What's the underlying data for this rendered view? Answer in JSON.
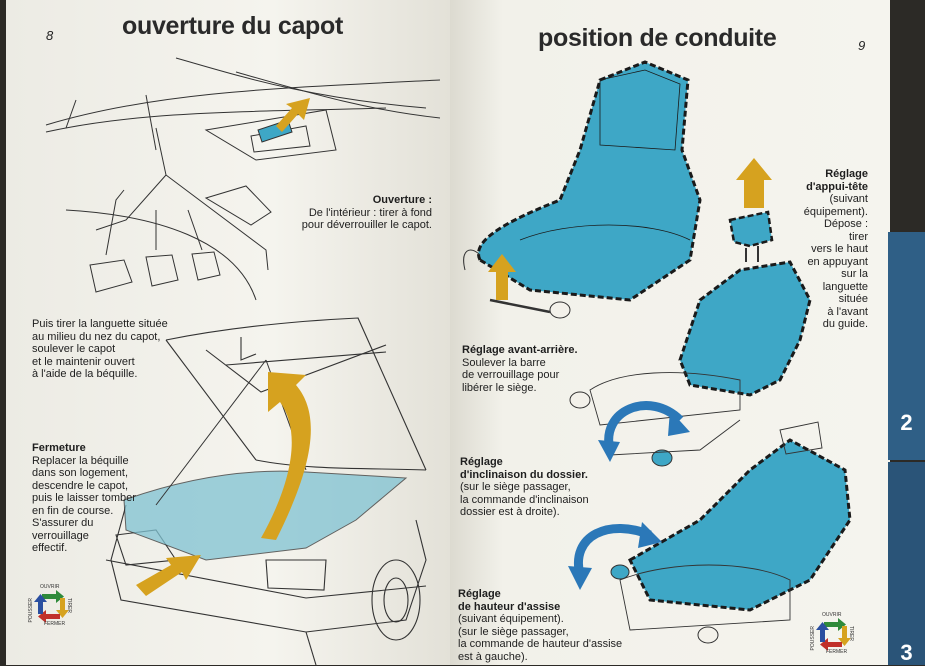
{
  "left_page": {
    "page_number": "8",
    "title": "ouverture du capot",
    "opening": {
      "heading": "Ouverture :",
      "lines": [
        "De l'intérieur : tirer à fond",
        "pour déverrouiller le capot."
      ]
    },
    "lift": {
      "lines": [
        "Puis tirer la languette située",
        "au milieu du nez du capot,",
        "soulever le capot",
        "et le maintenir ouvert",
        "à l'aide de la béquille."
      ]
    },
    "closing": {
      "heading": "Fermeture",
      "lines": [
        "Replacer la béquille",
        "dans son logement,",
        "descendre le capot,",
        "puis le laisser tomber",
        "en fin de course.",
        "S'assurer du",
        "verrouillage",
        "effectif."
      ]
    },
    "legend": {
      "ouvrir": "OUVRIR",
      "tirer": "TIRER",
      "fermer": "FERMER",
      "pousser": "POUSSER"
    }
  },
  "right_page": {
    "page_number": "9",
    "title": "position de conduite",
    "headrest": {
      "heading": [
        "Réglage",
        "d'appui-tête"
      ],
      "lines": [
        "(suivant",
        "équipement).",
        "Dépose :",
        "tirer",
        "vers le haut",
        "en appuyant",
        "sur la",
        "languette",
        "située",
        "à l'avant",
        "du guide."
      ]
    },
    "fore_aft": {
      "heading": "Réglage avant-arrière.",
      "lines": [
        "Soulever la barre",
        "de verrouillage pour",
        "libérer le siège."
      ]
    },
    "backrest": {
      "heading": [
        "Réglage",
        "d'inclinaison du dossier."
      ],
      "lines": [
        "(sur le siège passager,",
        "la commande d'inclinaison",
        "dossier est à droite)."
      ]
    },
    "height": {
      "heading": [
        "Réglage",
        "de hauteur d'assise"
      ],
      "lines": [
        "(suivant équipement).",
        "(sur le siège passager,",
        "la commande de hauteur d'assise",
        "est à gauche)."
      ]
    },
    "legend": {
      "ouvrir": "OUVRIR",
      "tirer": "TIRER",
      "fermer": "FERMER",
      "pousser": "POUSSER"
    }
  },
  "tabs": {
    "section_2": "2",
    "section_3": "3"
  },
  "colors": {
    "seat_blue": "#3ea7c6",
    "arrow_gold": "#d6a21f",
    "tab_blue": "#2f5f86",
    "adjust_blue": "#2b78b8"
  }
}
